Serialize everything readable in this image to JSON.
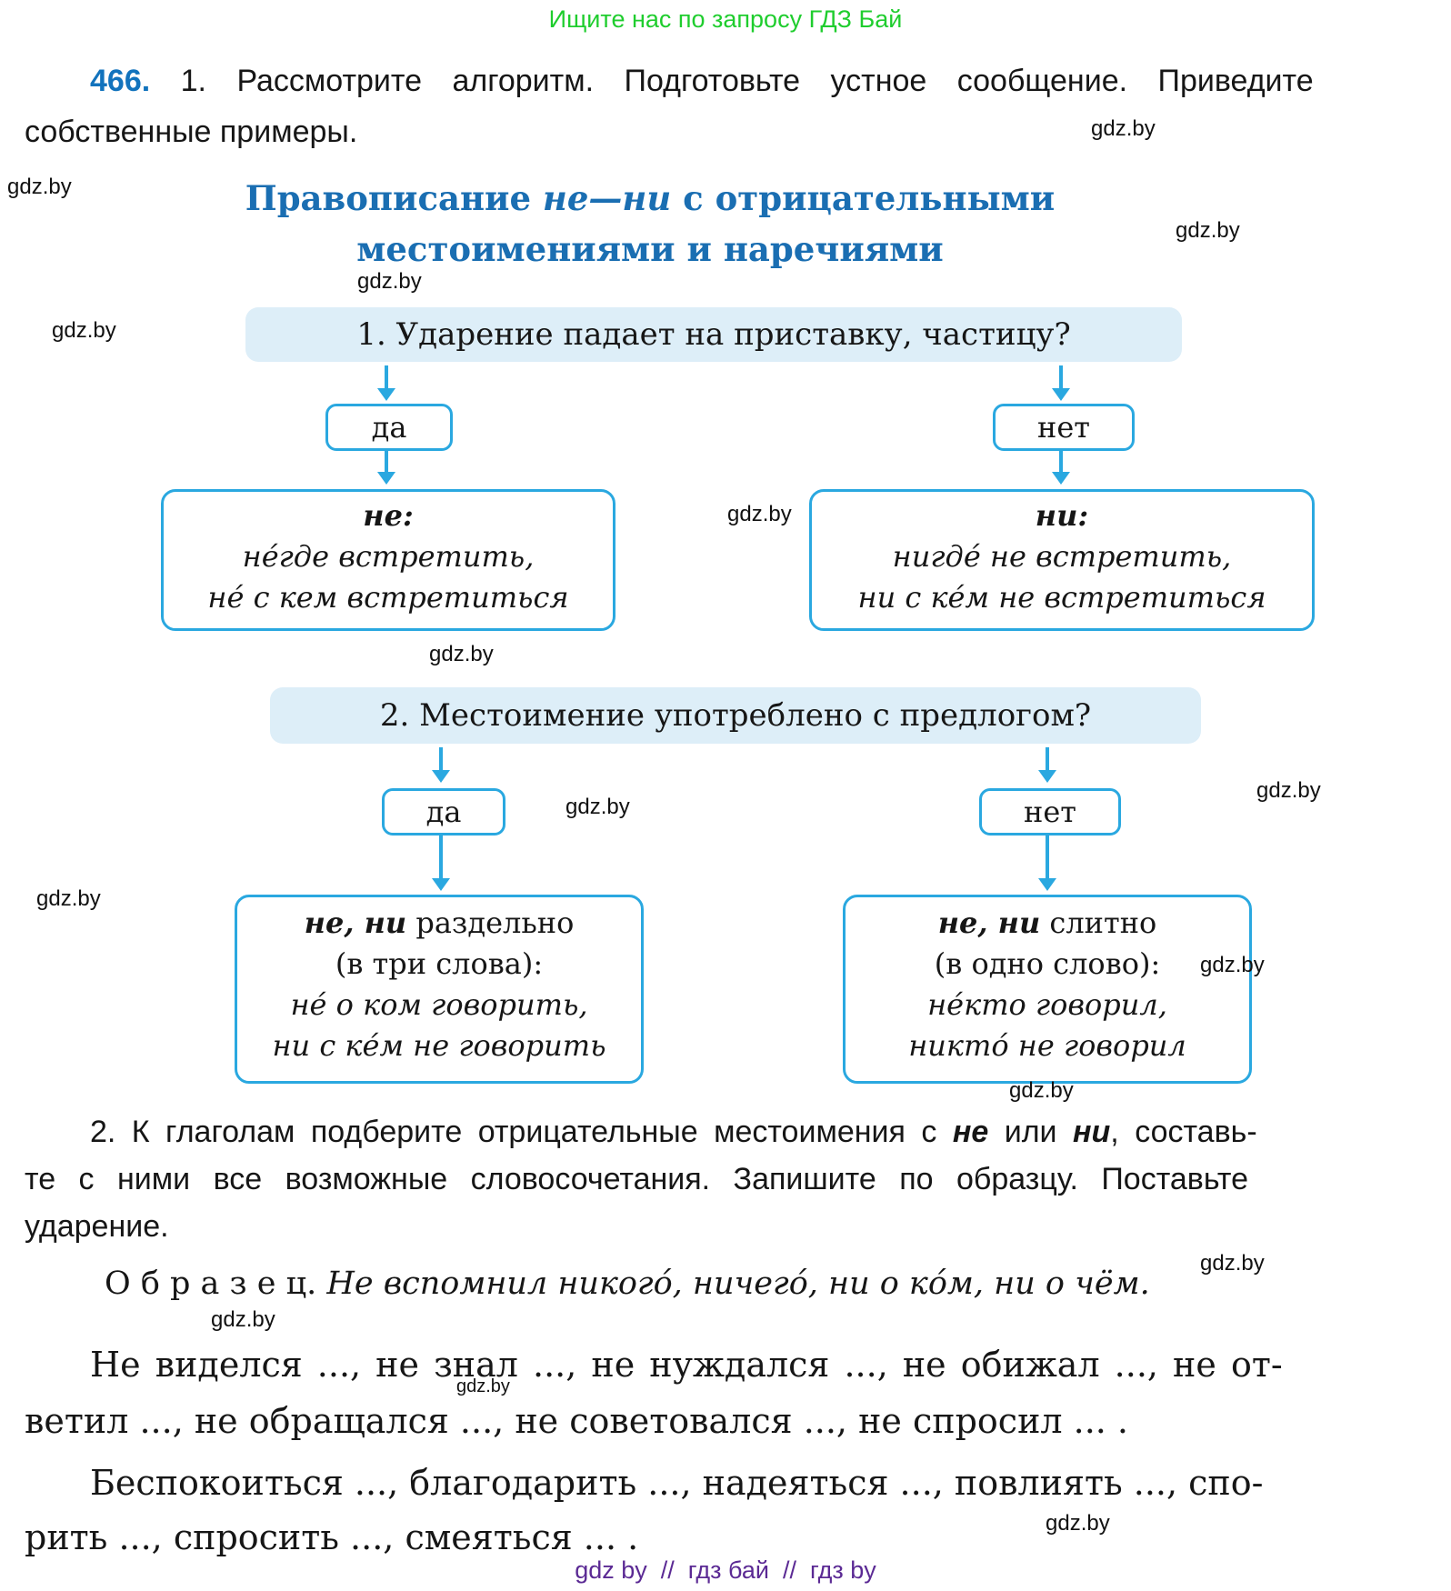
{
  "colors": {
    "accent_blue": "#2aa8e0",
    "title_blue": "#1a6eb2",
    "number_blue": "#1273bd",
    "promo_green": "#1fcd2e",
    "footer_purple": "#5b2a94",
    "question_fill": "#ddeef8"
  },
  "page": {
    "header_promo": "Ищите нас по запросу ГДЗ Бай",
    "footer": "gdz by  //  гдз бай  //  гдз by"
  },
  "watermark": {
    "label": "gdz.by"
  },
  "exercise": {
    "number": "466.",
    "intro_line1": "1. Рассмотрите алгоритм. Подготовьте устное сообщение. Приведите",
    "intro_line2": "собственные примеры."
  },
  "algorithm": {
    "title": {
      "pre": "Правописание ",
      "emph": "не—ни",
      "post": " с отрицательными",
      "line2": "местоимениями и наречиями"
    },
    "q1": {
      "question": "1. Ударение падает на приставку, частицу?",
      "yes_label": "да",
      "no_label": "нет",
      "yes_result": {
        "head": "не:",
        "lines": [
          "не́где встретить,",
          "не́ с кем встретиться"
        ]
      },
      "no_result": {
        "head": "ни:",
        "lines": [
          "нигде́ не встретить,",
          "ни с ке́м не встретиться"
        ]
      }
    },
    "q2": {
      "question": "2. Местоимение употреблено с предлогом?",
      "yes_label": "да",
      "no_label": "нет",
      "yes_result": {
        "head": "не, ни",
        "head_rest": " раздельно",
        "sub": "(в три слова):",
        "lines": [
          "не́ о ком говорить,",
          "ни с ке́м не говорить"
        ]
      },
      "no_result": {
        "head": "не, ни",
        "head_rest": " слитно",
        "sub": "(в одно слово):",
        "lines": [
          "не́кто говорил,",
          "никто́ не говорил"
        ]
      }
    }
  },
  "task2": {
    "seg1": "2. К глаголам подберите отрицательные местоимения с ",
    "bold1": "не",
    "seg2": " или ",
    "bold2": "ни",
    "seg3": ", составь-",
    "line2": "те с ними все возможные словосочетания. Запишите по образцу. Поставьте",
    "line3": "ударение."
  },
  "sample": {
    "label": "О б р а з е ц.",
    "text": "Не вспомнил никого́, ничего́, ни о ко́м, ни о чём."
  },
  "verbs": {
    "line1": "Не виделся ..., не знал ..., не нуждался ..., не обижал ..., не от-",
    "line2": "ветил ..., не обращался ..., не советовался ..., не спросил ... .",
    "line3": "Беспокоиться ..., благодарить ..., надеяться ..., повлиять ..., спо-",
    "line4": "рить ..., спросить ..., смеяться ... ."
  }
}
